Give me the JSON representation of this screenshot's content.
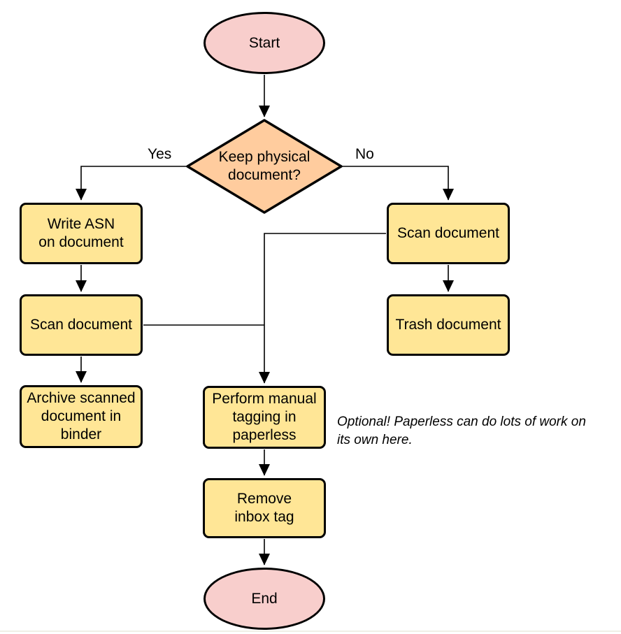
{
  "colors": {
    "terminal_fill": "#f8cecc",
    "decision_fill": "#ffcc9e",
    "process_fill": "#ffe696",
    "stroke": "#000000",
    "note_color": "#000000"
  },
  "nodes": {
    "start": {
      "label": "Start"
    },
    "decision": {
      "label": "Keep physical\ndocument?"
    },
    "write_asn": {
      "label": "Write ASN\non document"
    },
    "scan_left": {
      "label": "Scan document"
    },
    "archive": {
      "label": "Archive scanned\ndocument in\nbinder"
    },
    "scan_right": {
      "label": "Scan document"
    },
    "trash": {
      "label": "Trash document"
    },
    "tagging": {
      "label": "Perform manual\ntagging in\npaperless"
    },
    "remove_inbox": {
      "label": "Remove\ninbox tag"
    },
    "end": {
      "label": "End"
    }
  },
  "edge_labels": {
    "yes": "Yes",
    "no": "No"
  },
  "note": {
    "text": "Optional! Paperless can do lots of work on\nits own here."
  }
}
